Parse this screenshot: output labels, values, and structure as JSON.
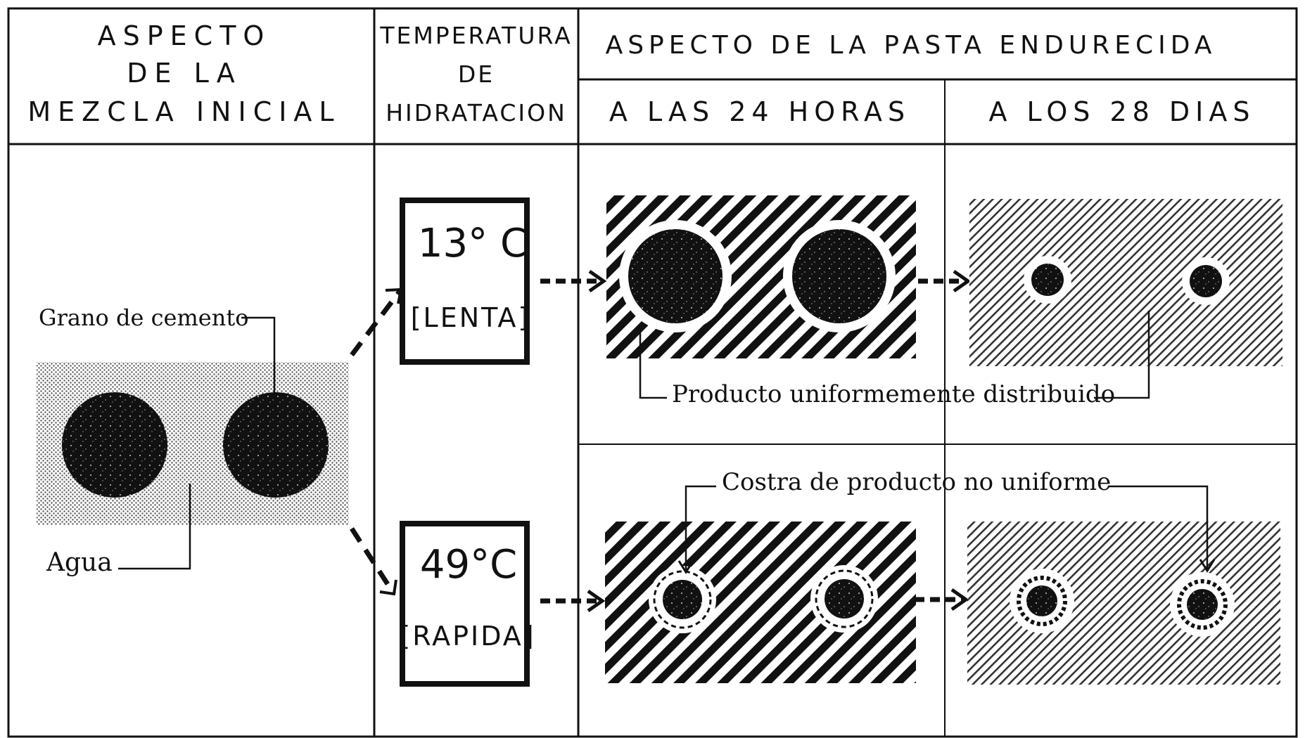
{
  "headers": {
    "col1_line1": "ASPECTO",
    "col1_line2": "DE LA",
    "col1_line3": "MEZCLA INICIAL",
    "col2_line1": "TEMPERATURA",
    "col2_line2": "DE",
    "col2_line3": "HIDRATACION",
    "group": "ASPECTO DE LA PASTA ENDURECIDA",
    "sub24": "A LAS 24 HORAS",
    "sub28": "A LOS 28 DIAS"
  },
  "labels": {
    "grain": "Grano de cemento",
    "water": "Agua",
    "uniform": "Producto uniformemente distribuido",
    "crust": "Costra de producto no uniforme"
  },
  "slow": {
    "temp": "13° C",
    "rate": "[LENTA]"
  },
  "fast": {
    "temp": "49°C",
    "rate": "[RAPIDA]"
  }
}
